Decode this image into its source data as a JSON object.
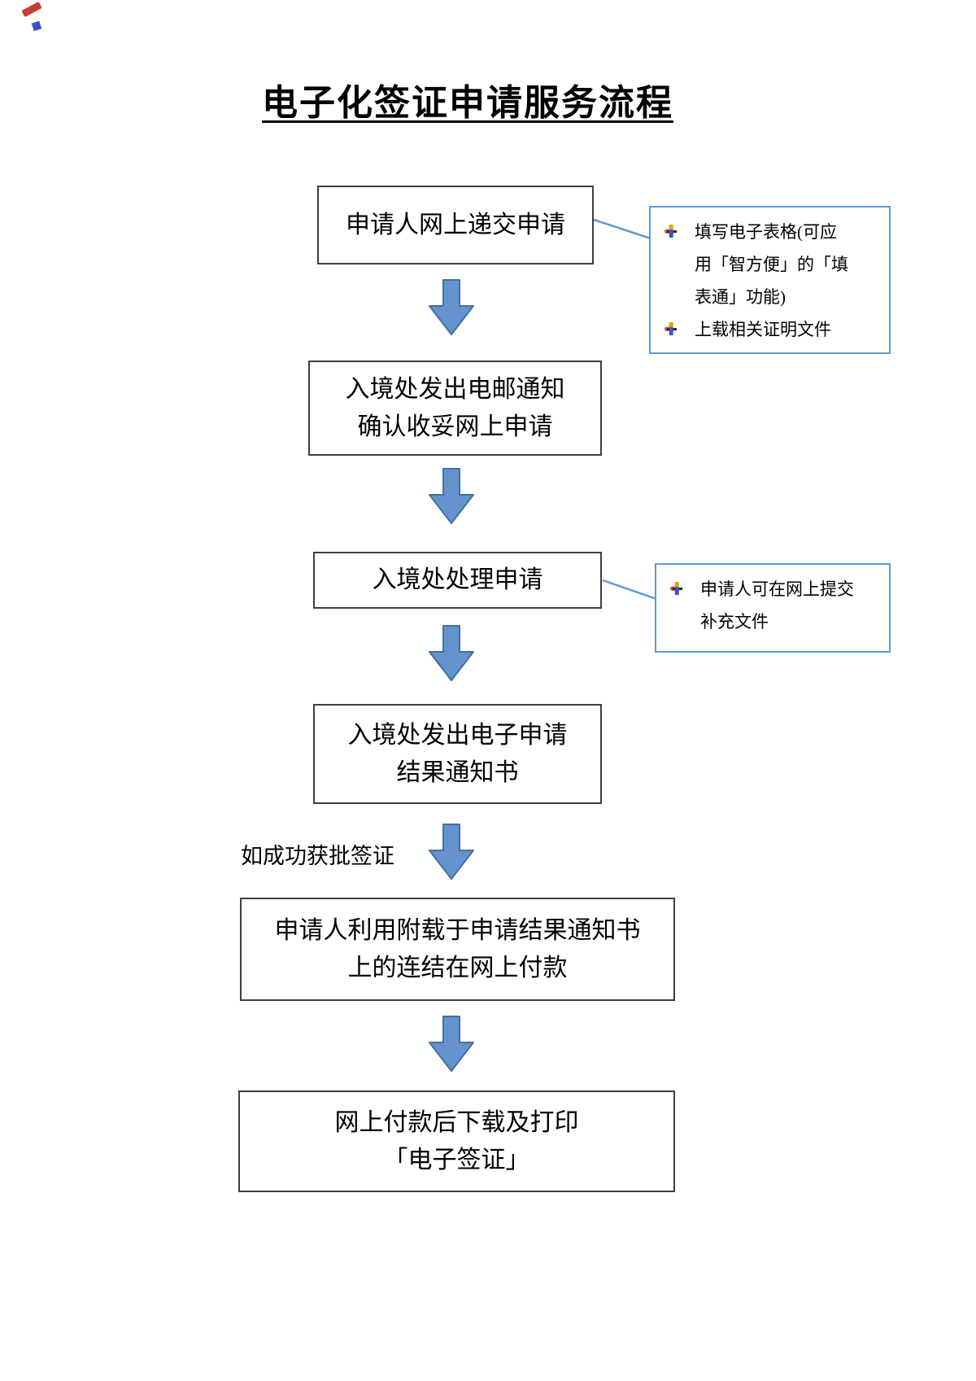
{
  "title": "电子化签证申请服务流程",
  "flow": {
    "steps": [
      {
        "lines": [
          "申请人网上递交申请"
        ]
      },
      {
        "lines": [
          "入境处发出电邮通知",
          "确认收妥网上申请"
        ]
      },
      {
        "lines": [
          "入境处处理申请"
        ]
      },
      {
        "lines": [
          "入境处发出电子申请",
          "结果通知书"
        ]
      },
      {
        "lines": [
          "申请人利用附载于申请结果通知书",
          "上的连结在网上付款"
        ]
      },
      {
        "lines": [
          "网上付款后下载及打印",
          "「电子签证」"
        ]
      }
    ],
    "branch_label": "如成功获批签证"
  },
  "callouts": [
    {
      "items": [
        "填写电子表格(可应用「智方便」的「填表通」功能)",
        "上载相关证明文件"
      ]
    },
    {
      "items": [
        "申请人可在网上提交补充文件"
      ]
    }
  ],
  "icons": {
    "arrow": "down-block-arrow",
    "bullet": "four-color-plus-bullet"
  },
  "colors": {
    "arrow_fill": "#6593ce",
    "arrow_border": "#41719c",
    "callout_border": "#5b9bd5",
    "connector": "#5b9bd5",
    "box_border": "#3f3f3f",
    "text": "#000000"
  }
}
